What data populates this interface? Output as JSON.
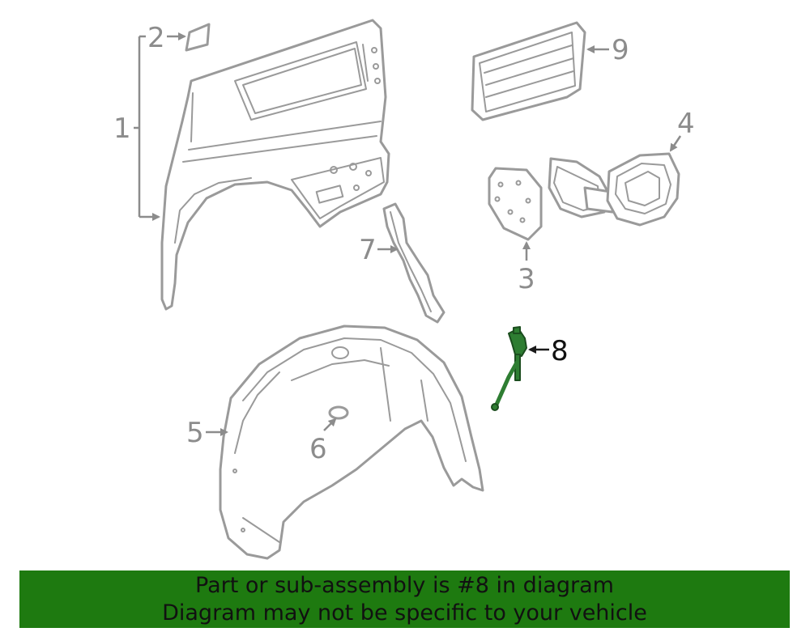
{
  "callouts": {
    "c1": "1",
    "c2": "2",
    "c3": "3",
    "c4": "4",
    "c5": "5",
    "c6": "6",
    "c7": "7",
    "c8": "8",
    "c9": "9"
  },
  "highlighted_part": "8",
  "colors": {
    "banner_bg": "#1e7a10",
    "highlight": "#2e7d32",
    "line_art": "#9a9a9a"
  },
  "banner": {
    "line1": "Part or sub-assembly is #8 in diagram",
    "line2": "Diagram may not be specific to your vehicle"
  }
}
